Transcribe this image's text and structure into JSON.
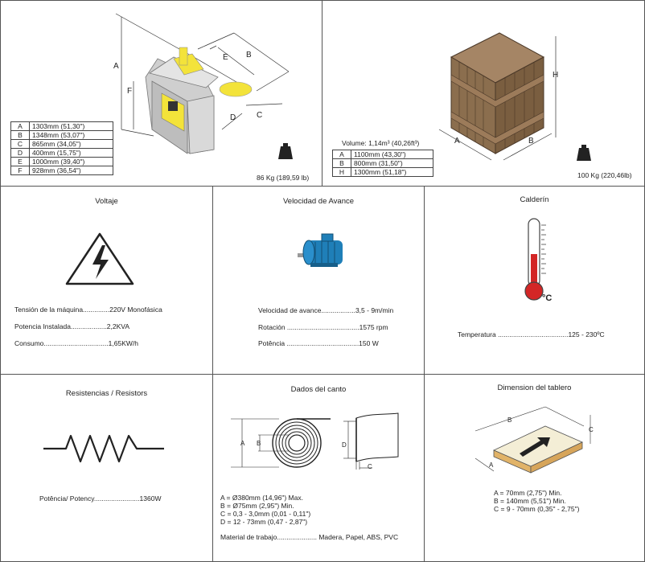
{
  "machine": {
    "dims": [
      {
        "k": "A",
        "v": "1303mm (51,30\")"
      },
      {
        "k": "B",
        "v": "1348mm (53,07\")"
      },
      {
        "k": "C",
        "v": "865mm (34,05\")"
      },
      {
        "k": "D",
        "v": "400mm (15,75\")"
      },
      {
        "k": "E",
        "v": "1000mm (39,40\")"
      },
      {
        "k": "F",
        "v": "928mm (36,54\")"
      }
    ],
    "weight": "86 Kg (189,59 lb)",
    "labels": {
      "A": "A",
      "B": "B",
      "C": "C",
      "D": "D",
      "E": "E",
      "F": "F"
    }
  },
  "crate": {
    "volume": "Volume: 1,14m³ (40,26ft³)",
    "dims": [
      {
        "k": "A",
        "v": "1100mm (43,30\")"
      },
      {
        "k": "B",
        "v": "800mm (31,50\")"
      },
      {
        "k": "H",
        "v": "1300mm (51,18\")"
      }
    ],
    "weight": "100 Kg (220,46lb)",
    "labels": {
      "A": "A",
      "B": "B",
      "H": "H"
    }
  },
  "voltaje": {
    "title": "Voltaje",
    "lines": [
      "Tensión de la máquina..............220V Monofásica",
      "Potencia Instalada...................2,2KVA",
      "Consumo..................................1,65KW/h"
    ]
  },
  "avance": {
    "title": "Velocidad de Avance",
    "lines": [
      "Velocidad de avance..................3,5 - 9m/min",
      "Rotación ......................................1575 rpm",
      "Potência ......................................150 W"
    ]
  },
  "calderin": {
    "title": "Calderín",
    "unit": "°C",
    "lines": [
      "Temperatura .....................................125 - 230ºC"
    ]
  },
  "resist": {
    "title": "Resistencias / Resistors",
    "lines": [
      "Potência/ Potency........................1360W"
    ]
  },
  "canto": {
    "title": "Dados del canto",
    "labels": {
      "A": "A",
      "B": "B",
      "C": "C",
      "D": "D"
    },
    "lines": [
      "A = Ø380mm (14,96\") Max.",
      "B = Ø75mm (2,95\") Min.",
      "C = 0,3 - 3,0mm (0,01 - 0,11\")",
      "D = 12 - 73mm (0,47 - 2,87\")"
    ],
    "material": "Material de trabajo..................... Madera, Papel, ABS, PVC"
  },
  "tablero": {
    "title": "Dimension del tablero",
    "labels": {
      "A": "A",
      "B": "B",
      "C": "C"
    },
    "lines": [
      "A = 70mm (2,75\") Min.",
      "B = 140mm (5,51\") Min.",
      "C = 9 - 70mm (0,35\" - 2,75\")"
    ]
  },
  "colors": {
    "yellow": "#f3e33a",
    "wood": "#8b6e4e",
    "motor": "#1f7fb8",
    "mercury": "#d32626"
  }
}
